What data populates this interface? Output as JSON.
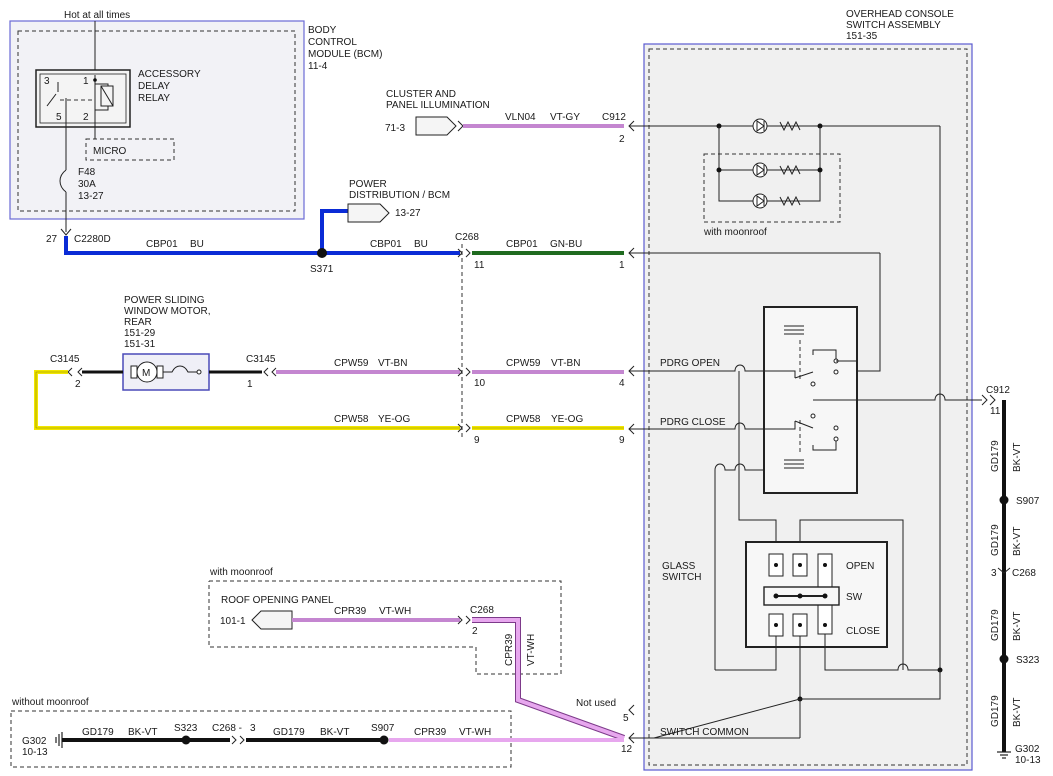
{
  "colors": {
    "blue": "#0a2bd6",
    "green": "#1f6b1f",
    "violet": "#b05cc4",
    "violet_light": "#e7a7ee",
    "yellow": "#f2e600",
    "black": "#111111",
    "module_border": "#6a6ad6",
    "panel_fill": "#f0f0f0"
  },
  "labels": {
    "hot": "Hot at all times",
    "bcm_title": [
      "BODY",
      "CONTROL",
      "MODULE (BCM)",
      "11-4"
    ],
    "relay_title": [
      "ACCESSORY",
      "DELAY",
      "RELAY"
    ],
    "relay_pin3": "3",
    "relay_pin1": "1",
    "relay_pin5": "5",
    "relay_pin2": "2",
    "micro": "MICRO",
    "fuse": [
      "F48",
      "30A",
      "13-27"
    ],
    "c2280_pin": "27",
    "c2280": "C2280D",
    "console_title": [
      "OVERHEAD CONSOLE",
      "SWITCH ASSEMBLY",
      "151-35"
    ],
    "cluster_title": [
      "CLUSTER AND",
      "PANEL ILLUMINATION"
    ],
    "cluster_ref": "71-3",
    "vln_wire": "VLN04",
    "vln_color": "VT-GY",
    "c912_top": "C912",
    "c912_top_pin": "2",
    "with_moonroof_lamps": "with moonroof",
    "power_dist": [
      "POWER",
      "DISTRIBUTION / BCM"
    ],
    "power_dist_ref": "13-27",
    "cbp_wire1": "CBP01",
    "cbp_color1": "BU",
    "cbp_wire2": "CBP01",
    "cbp_color2": "BU",
    "s371": "S371",
    "c268_top": "C268",
    "c268_pin11": "11",
    "cbp_wire3": "CBP01",
    "cbp_color3": "GN-BU",
    "cbp_pin1": "1",
    "motor_title": [
      "POWER SLIDING",
      "WINDOW MOTOR,",
      "REAR",
      "151-29",
      "151-31"
    ],
    "c3145_left": "C3145",
    "c3145_left_pin": "2",
    "c3145_right": "C3145",
    "c3145_right_pin": "1",
    "motor_symbol": "M",
    "cpw59_wire1": "CPW59",
    "cpw59_color1": "VT-BN",
    "cpw59_wire2": "CPW59",
    "cpw59_color2": "VT-BN",
    "cpw59_pin10": "10",
    "cpw59_pin4": "4",
    "cpw58_wire1": "CPW58",
    "cpw58_color1": "YE-OG",
    "cpw58_wire2": "CPW58",
    "cpw58_color2": "YE-OG",
    "cpw58_pin9a": "9",
    "cpw58_pin9b": "9",
    "pdrg_open": "PDRG OPEN",
    "pdrg_close": "PDRG CLOSE",
    "c912_right": "C912",
    "c912_right_pin": "11",
    "glass_switch": [
      "GLASS",
      "SWITCH"
    ],
    "sw_open": "OPEN",
    "sw_sw": "SW",
    "sw_close": "CLOSE",
    "gd179_a": "GD179",
    "bkvt_a": "BK-VT",
    "s907_right": "S907",
    "gd179_b": "GD179",
    "bkvt_b": "BK-VT",
    "c268_right_pin": "3",
    "c268_right": "C268",
    "gd179_c": "GD179",
    "bkvt_c": "BK-VT",
    "s323_right": "S323",
    "gd179_d": "GD179",
    "bkvt_d": "BK-VT",
    "g302_right": [
      "G302",
      "10-13"
    ],
    "with_moonroof_panel": "with moonroof",
    "roof_panel": "ROOF OPENING PANEL",
    "roof_ref": "101-1",
    "cpr39_wire1": "CPR39",
    "cpr39_color1": "VT-WH",
    "c268_roof": "C268",
    "c268_roof_pin": "2",
    "cpr39_vert_wire": "CPR39",
    "cpr39_vert_color": "VT-WH",
    "without_moonroof": "without moonroof",
    "g302_bottom": [
      "G302",
      "10-13"
    ],
    "gd179_bottom1": "GD179",
    "bkvt_bottom1": "BK-VT",
    "s323_bottom": "S323",
    "c268_bottom": "C268 -",
    "c268_bottom_pin": "3",
    "gd179_bottom2": "GD179",
    "bkvt_bottom2": "BK-VT",
    "s907_bottom": "S907",
    "cpr39_wire2": "CPR39",
    "cpr39_color2": "VT-WH",
    "not_used": "Not used",
    "pin5": "5",
    "switch_common": "SWITCH COMMON",
    "pin12": "12"
  }
}
